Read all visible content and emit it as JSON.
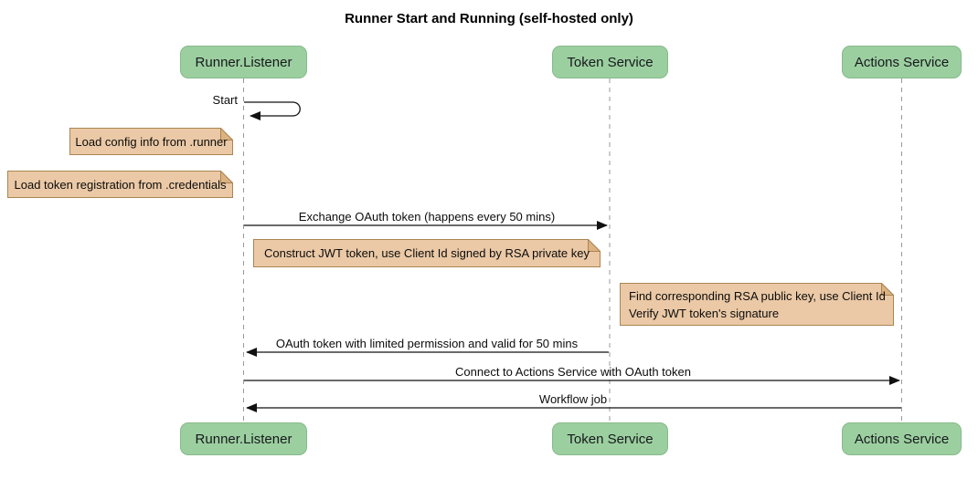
{
  "diagram": {
    "type": "sequence",
    "title": "Runner Start and Running (self-hosted only)"
  },
  "participants": [
    {
      "label": "Runner.Listener"
    },
    {
      "label": "Token Service"
    },
    {
      "label": "Actions Service"
    }
  ],
  "messages": [
    {
      "label": "Start",
      "from": "Runner.Listener",
      "to": "Runner.Listener",
      "style": "self-loop"
    },
    {
      "label": "Exchange OAuth token (happens every 50 mins)",
      "from": "Runner.Listener",
      "to": "Token Service"
    },
    {
      "label": "OAuth token with limited permission and valid for 50 mins",
      "from": "Token Service",
      "to": "Runner.Listener"
    },
    {
      "label": "Connect to Actions Service with OAuth token",
      "from": "Runner.Listener",
      "to": "Actions Service"
    },
    {
      "label": "Workflow job",
      "from": "Actions Service",
      "to": "Runner.Listener"
    }
  ],
  "notes": [
    {
      "position": "left of Runner.Listener",
      "lines": [
        "Load config info from .runner"
      ]
    },
    {
      "position": "left of Runner.Listener",
      "lines": [
        "Load token registration from .credentials"
      ]
    },
    {
      "position": "over Runner.Listener to Token Service",
      "lines": [
        "Construct JWT token, use Client Id signed by RSA private key"
      ]
    },
    {
      "position": "over Token Service to Actions Service",
      "lines": [
        "Find corresponding RSA public key, use Client Id",
        "Verify JWT token's signature"
      ]
    }
  ],
  "colors": {
    "participant_fill": "#9ccfa0",
    "participant_border": "#86ba8b",
    "note_fill": "#ebc9a6",
    "note_fold": "#dcb282",
    "note_border": "#aa8552",
    "lifeline": "#999999",
    "arrow": "#111111"
  }
}
